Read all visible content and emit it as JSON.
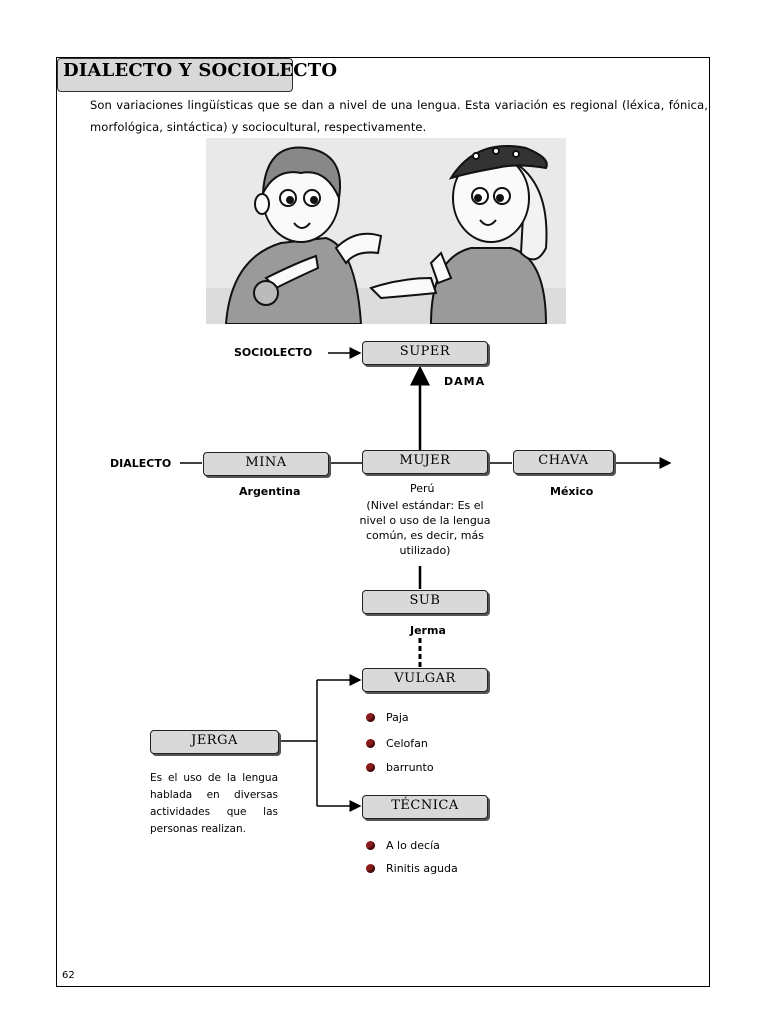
{
  "page": {
    "title": "DIALECTO Y SOCIOLECTO",
    "intro": "Son variaciones lingüísticas que se dan a nivel de una lengua. Esta variación es regional (léxica, fónica, morfológica, sintáctica) y sociocultural, respectivamente.",
    "page_number": "62"
  },
  "diagram": {
    "sociolecto_label": "SOCIOLECTO",
    "dialecto_label": "DIALECTO",
    "super": "SUPER",
    "super_example": "DAMA",
    "mina": "MINA",
    "mina_place": "Argentina",
    "mujer": "MUJER",
    "mujer_place": "Perú",
    "mujer_note": "(Nivel estándar: Es el nivel o uso de la lengua común, es decir, más utilizado)",
    "chava": "CHAVA",
    "chava_place": "México",
    "sub": "SUB",
    "sub_example": "Jerma",
    "vulgar": "VULGAR",
    "vulgar_items": [
      "Paja",
      "Celofan",
      "barrunto"
    ],
    "jerga": "JERGA",
    "jerga_desc": "Es el uso de la lengua hablada en diversas actividades que las personas realizan.",
    "tecnica": "TÉCNICA",
    "tecnica_items": [
      "A lo decía",
      "Rinitis aguda"
    ]
  }
}
